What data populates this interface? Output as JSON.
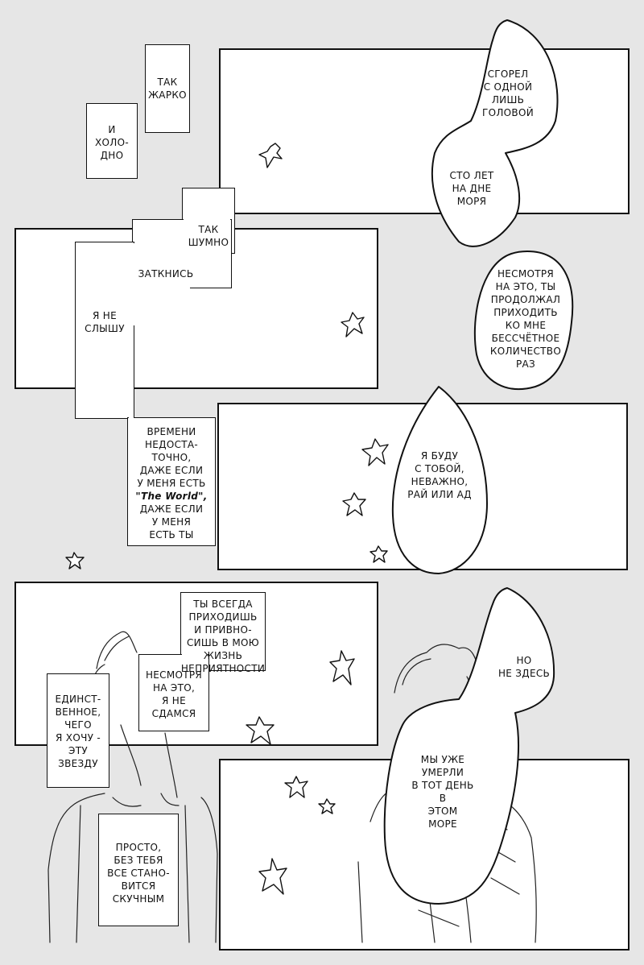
{
  "captions": {
    "tak_zharko": "ТАК\nЖАРКО",
    "i_holodno": "И\nХОЛО-\nДНО",
    "sgorel": "СГОРЕЛ\nС ОДНОЙ\nЛИШЬ\nГОЛОВОЙ",
    "sto_let": "СТО ЛЕТ\nНА ДНЕ\nМОРЯ",
    "tak_shumno": "ТАК\nШУМНО",
    "zatknis": "ЗАТКНИСЬ",
    "ya_ne_slyshu": "Я НЕ\nСЛЫШУ",
    "nesmotrya_1": "НЕСМОТРЯ\nНА ЭТО, ТЫ\nПРОДОЛЖАЛ\nПРИХОДИТЬ\nКО МНЕ\nБЕССЧЁТНОЕ\nКОЛИЧЕСТВО\nРАЗ",
    "vremeni_1": "ВРЕМЕНИ\nНЕДОСТА-\nТОЧНО,\nДАЖЕ ЕСЛИ\nУ МЕНЯ ЕСТЬ",
    "the_world": "\"The World\",",
    "vremeni_2": "ДАЖЕ ЕСЛИ\nУ МЕНЯ\nЕСТЬ ТЫ",
    "ya_budu": "Я БУДУ\nС ТОБОЙ,\nНЕВАЖНО,\nРАЙ ИЛИ АД",
    "ty_vsegda": "ТЫ ВСЕГДА\nПРИХОДИШЬ\nИ ПРИВНО-\nСИШЬ В МОЮ\nЖИЗНЬ\nНЕПРИЯТНОСТИ",
    "nesmotrya_2": "НЕСМОТРЯ\nНА ЭТО,\nЯ НЕ\nСДАМСЯ",
    "edinstvennoe": "ЕДИНСТ-\nВЕННОЕ,\nЧЕГО\nЯ ХОЧУ -\nЭТУ\nЗВЕЗДУ",
    "no_ne_zdes": "НО\nНЕ ЗДЕСЬ",
    "my_uzhe": "МЫ УЖЕ\nУМЕРЛИ\nВ ТОТ ДЕНЬ\nВ\nЭТОМ\nМОРЕ",
    "prosto": "ПРОСТО,\nБЕЗ ТЕБЯ\nВСЕ СТАНО-\nВИТСЯ\nСКУЧНЫМ"
  },
  "colors": {
    "page": "#e6e6e6",
    "panel": "#ffffff",
    "ink": "#111111"
  }
}
